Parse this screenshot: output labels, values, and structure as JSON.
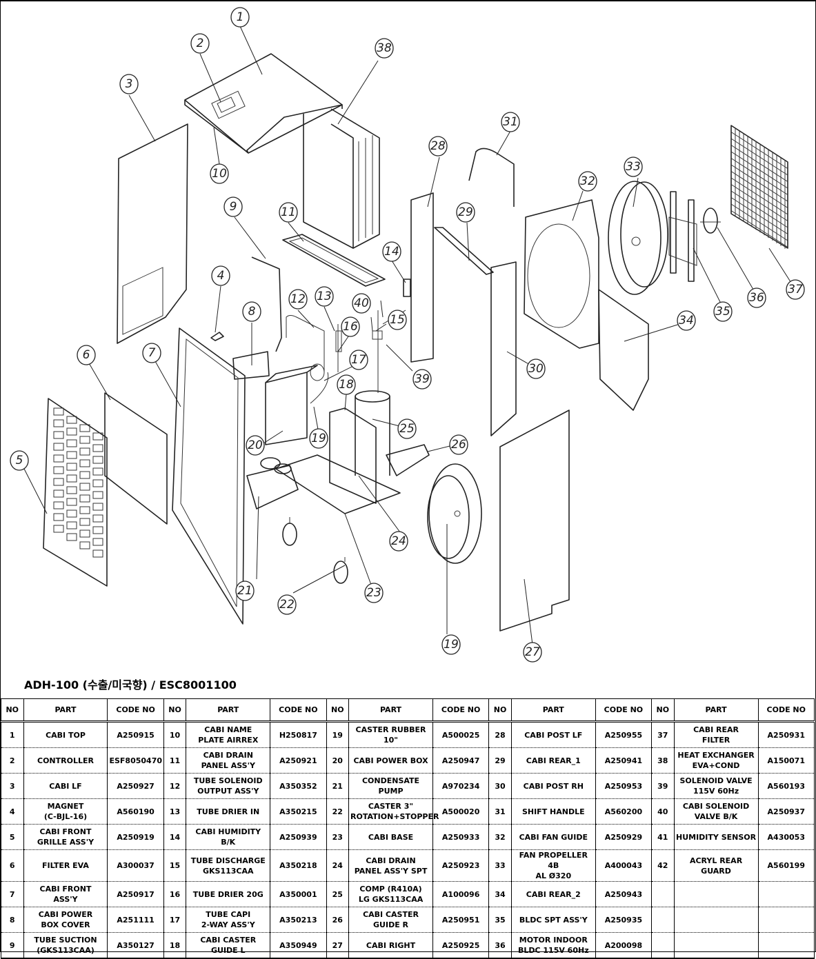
{
  "document": {
    "title": "ADH-100 (수출/미국향) / ESC8001100"
  },
  "diagram": {
    "type": "exploded-parts-view",
    "callouts": [
      "1",
      "2",
      "3",
      "4",
      "5",
      "6",
      "7",
      "8",
      "9",
      "10",
      "11",
      "12",
      "13",
      "14",
      "15",
      "16",
      "17",
      "18",
      "19",
      "19",
      "20",
      "21",
      "22",
      "23",
      "24",
      "25",
      "26",
      "27",
      "28",
      "29",
      "30",
      "31",
      "32",
      "33",
      "34",
      "35",
      "36",
      "37",
      "38",
      "39",
      "40"
    ]
  },
  "table": {
    "headers": {
      "no": "NO",
      "part": "PART",
      "code": "CODE NO"
    },
    "rows": [
      [
        {
          "no": "1",
          "part": "CABI TOP",
          "code": "A250915"
        },
        {
          "no": "10",
          "part": "CABI NAME\nPLATE AIRREX",
          "code": "H250817"
        },
        {
          "no": "19",
          "part": "CASTER RUBBER\n10\"",
          "code": "A500025"
        },
        {
          "no": "28",
          "part": "CABI POST LF",
          "code": "A250955"
        },
        {
          "no": "37",
          "part": "CABI REAR\nFILTER",
          "code": "A250931"
        }
      ],
      [
        {
          "no": "2",
          "part": "CONTROLLER",
          "code": "ESF8050470"
        },
        {
          "no": "11",
          "part": "CABI DRAIN\nPANEL ASS'Y",
          "code": "A250921"
        },
        {
          "no": "20",
          "part": "CABI POWER BOX",
          "code": "A250947"
        },
        {
          "no": "29",
          "part": "CABI REAR_1",
          "code": "A250941"
        },
        {
          "no": "38",
          "part": "HEAT EXCHANGER\nEVA+COND",
          "code": "A150071"
        }
      ],
      [
        {
          "no": "3",
          "part": "CABI LF",
          "code": "A250927"
        },
        {
          "no": "12",
          "part": "TUBE SOLENOID\nOUTPUT ASS'Y",
          "code": "A350352"
        },
        {
          "no": "21",
          "part": "CONDENSATE PUMP",
          "code": "A970234"
        },
        {
          "no": "30",
          "part": "CABI POST RH",
          "code": "A250953"
        },
        {
          "no": "39",
          "part": "SOLENOID VALVE\n115V 60Hz",
          "code": "A560193"
        }
      ],
      [
        {
          "no": "4",
          "part": "MAGNET\n(C-BJL-16)",
          "code": "A560190"
        },
        {
          "no": "13",
          "part": "TUBE DRIER IN",
          "code": "A350215"
        },
        {
          "no": "22",
          "part": "CASTER 3\"\nROTATION+STOPPER",
          "code": "A500020"
        },
        {
          "no": "31",
          "part": "SHIFT HANDLE",
          "code": "A560200"
        },
        {
          "no": "40",
          "part": "CABI SOLENOID\nVALVE B/K",
          "code": "A250937"
        }
      ],
      [
        {
          "no": "5",
          "part": "CABI FRONT\nGRILLE ASS'Y",
          "code": "A250919"
        },
        {
          "no": "14",
          "part": "CABI HUMIDITY B/K",
          "code": "A250939"
        },
        {
          "no": "23",
          "part": "CABI BASE",
          "code": "A250933"
        },
        {
          "no": "32",
          "part": "CABI FAN GUIDE",
          "code": "A250929"
        },
        {
          "no": "41",
          "part": "HUMIDITY SENSOR",
          "code": "A430053"
        }
      ],
      [
        {
          "no": "6",
          "part": "FILTER EVA",
          "code": "A300037"
        },
        {
          "no": "15",
          "part": "TUBE DISCHARGE\nGKS113CAA",
          "code": "A350218"
        },
        {
          "no": "24",
          "part": "CABI DRAIN\nPANEL ASS'Y SPT",
          "code": "A250923"
        },
        {
          "no": "33",
          "part": "FAN PROPELLER 4B\nAL Ø320",
          "code": "A400043"
        },
        {
          "no": "42",
          "part": "ACRYL REAR\nGUARD",
          "code": "A560199"
        }
      ],
      [
        {
          "no": "7",
          "part": "CABI FRONT\nASS'Y",
          "code": "A250917"
        },
        {
          "no": "16",
          "part": "TUBE DRIER 20G",
          "code": "A350001"
        },
        {
          "no": "25",
          "part": "COMP (R410A)\nLG GKS113CAA",
          "code": "A100096"
        },
        {
          "no": "34",
          "part": "CABI REAR_2",
          "code": "A250943"
        },
        {
          "no": "",
          "part": "",
          "code": ""
        }
      ],
      [
        {
          "no": "8",
          "part": "CABI POWER\nBOX COVER",
          "code": "A251111"
        },
        {
          "no": "17",
          "part": "TUBE CAPI\n2-WAY ASS'Y",
          "code": "A350213"
        },
        {
          "no": "26",
          "part": "CABI CASTER\nGUIDE R",
          "code": "A250951"
        },
        {
          "no": "35",
          "part": "BLDC SPT ASS'Y",
          "code": "A250935"
        },
        {
          "no": "",
          "part": "",
          "code": ""
        }
      ],
      [
        {
          "no": "9",
          "part": "TUBE SUCTION\n(GKS113CAA)",
          "code": "A350127"
        },
        {
          "no": "18",
          "part": "CABI CASTER\nGUIDE L",
          "code": "A350949"
        },
        {
          "no": "27",
          "part": "CABI RIGHT",
          "code": "A250925"
        },
        {
          "no": "36",
          "part": "MOTOR INDOOR\nBLDC 115V 60Hz",
          "code": "A200098"
        },
        {
          "no": "",
          "part": "",
          "code": ""
        }
      ]
    ]
  }
}
